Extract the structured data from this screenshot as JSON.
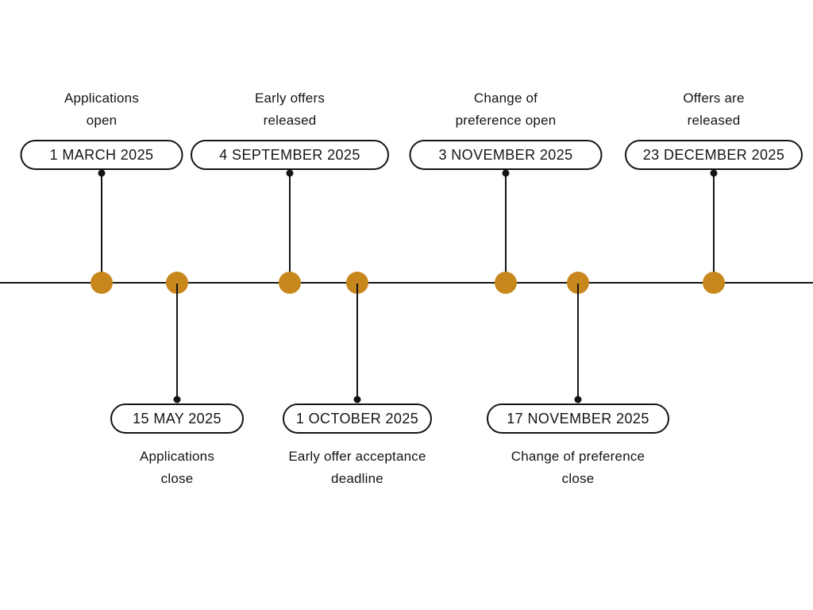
{
  "timeline": {
    "line_color": "#141414",
    "dot_color": "#C8871C",
    "events": [
      {
        "position": "above",
        "title_line1": "Applications",
        "title_line2": "open",
        "date": "1 MARCH 2025"
      },
      {
        "position": "below",
        "title_line1": "Applications",
        "title_line2": "close",
        "date": "15 MAY 2025"
      },
      {
        "position": "above",
        "title_line1": "Early offers",
        "title_line2": "released",
        "date": "4 SEPTEMBER 2025"
      },
      {
        "position": "below",
        "title_line1": "Early offer acceptance",
        "title_line2": "deadline",
        "date": "1 OCTOBER 2025"
      },
      {
        "position": "above",
        "title_line1": "Change of",
        "title_line2": "preference open",
        "date": "3 NOVEMBER 2025"
      },
      {
        "position": "below",
        "title_line1": "Change of preference",
        "title_line2": "close",
        "date": "17 NOVEMBER 2025"
      },
      {
        "position": "above",
        "title_line1": "Offers are",
        "title_line2": "released",
        "date": "23 DECEMBER 2025"
      }
    ]
  }
}
